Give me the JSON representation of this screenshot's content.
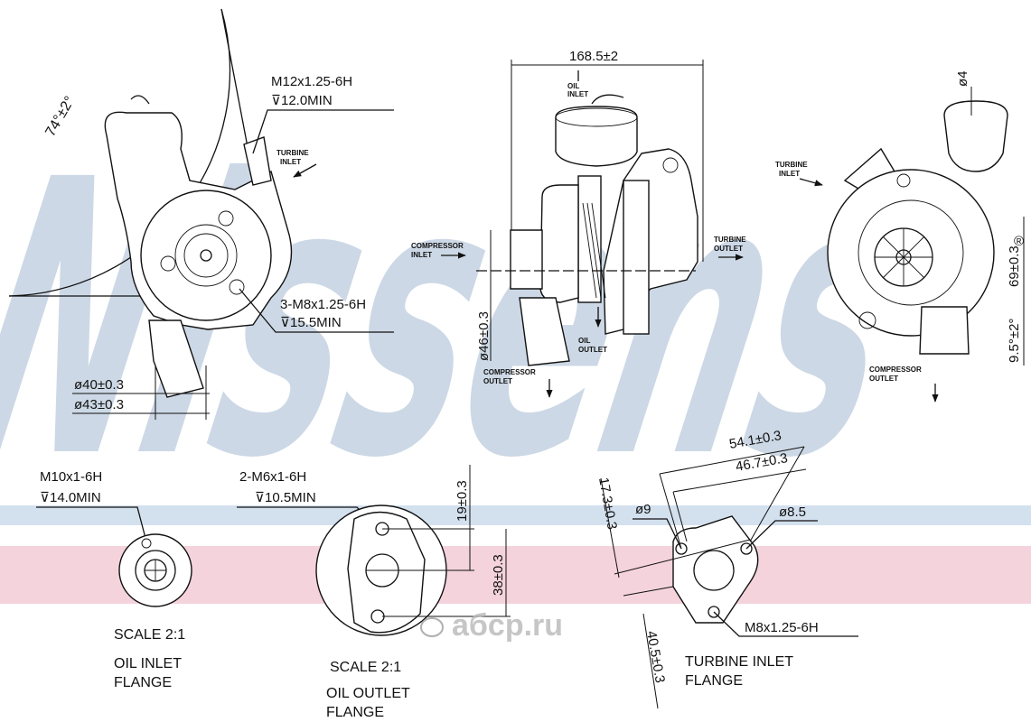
{
  "brand": {
    "watermark": "Nissens",
    "registered_mark": "®",
    "stamp_text": "aбcp.ru"
  },
  "colors": {
    "watermark_blue": "#bccbdd",
    "band_pink": "#f4d3dc",
    "band_blue": "#d3e0ee",
    "ink": "#111111"
  },
  "views": {
    "left": {
      "angle_dim": "74°±2°",
      "thread_top": "M12x1.25-6H",
      "depth_top": "⊽12.0MIN",
      "thread_bottom": "3-M8x1.25-6H",
      "depth_bottom": "⊽15.5MIN",
      "dia_1": "ø40±0.3",
      "dia_2": "ø43±0.3",
      "turbine_inlet": [
        "TURBINE",
        "INLET"
      ]
    },
    "center": {
      "width_dim": "168.5±2",
      "oil_inlet": [
        "OIL",
        "INLET"
      ],
      "compressor_inlet": [
        "COMPRESSOR",
        "INLET"
      ],
      "turbine_outlet": [
        "TURBINE",
        "OUTLET"
      ],
      "oil_outlet": [
        "OIL",
        "OUTLET"
      ],
      "compressor_outlet": [
        "COMPRESSOR",
        "OUTLET"
      ],
      "dia_46": "ø46±0.3"
    },
    "right": {
      "dia_4": "ø4",
      "dim_69": "69±0.3",
      "angle_9": "9.5°±2°",
      "turbine_inlet": [
        "TURBINE",
        "INLET"
      ],
      "compressor_outlet": [
        "COMPRESSOR",
        "OUTLET"
      ]
    }
  },
  "details": {
    "oil_inlet_flange": {
      "thread": "M10x1-6H",
      "depth": "⊽14.0MIN",
      "scale": "SCALE 2:1",
      "title_1": "OIL INLET",
      "title_2": "FLANGE"
    },
    "oil_outlet_flange": {
      "thread": "2-M6x1-6H",
      "depth": "⊽10.5MIN",
      "dim_19": "19±0.3",
      "dim_38": "38±0.3",
      "scale": "SCALE 2:1",
      "title_1": "OIL OUTLET",
      "title_2": "FLANGE"
    },
    "turbine_inlet_flange": {
      "dim_54": "54.1±0.3",
      "dim_46": "46.7±0.3",
      "dim_17": "17.3±0.3",
      "dia_9": "ø9",
      "dia_8_5": "ø8.5",
      "thread": "M8x1.25-6H",
      "dim_40": "40.5±0.3",
      "title_1": "TURBINE INLET",
      "title_2": "FLANGE"
    }
  }
}
